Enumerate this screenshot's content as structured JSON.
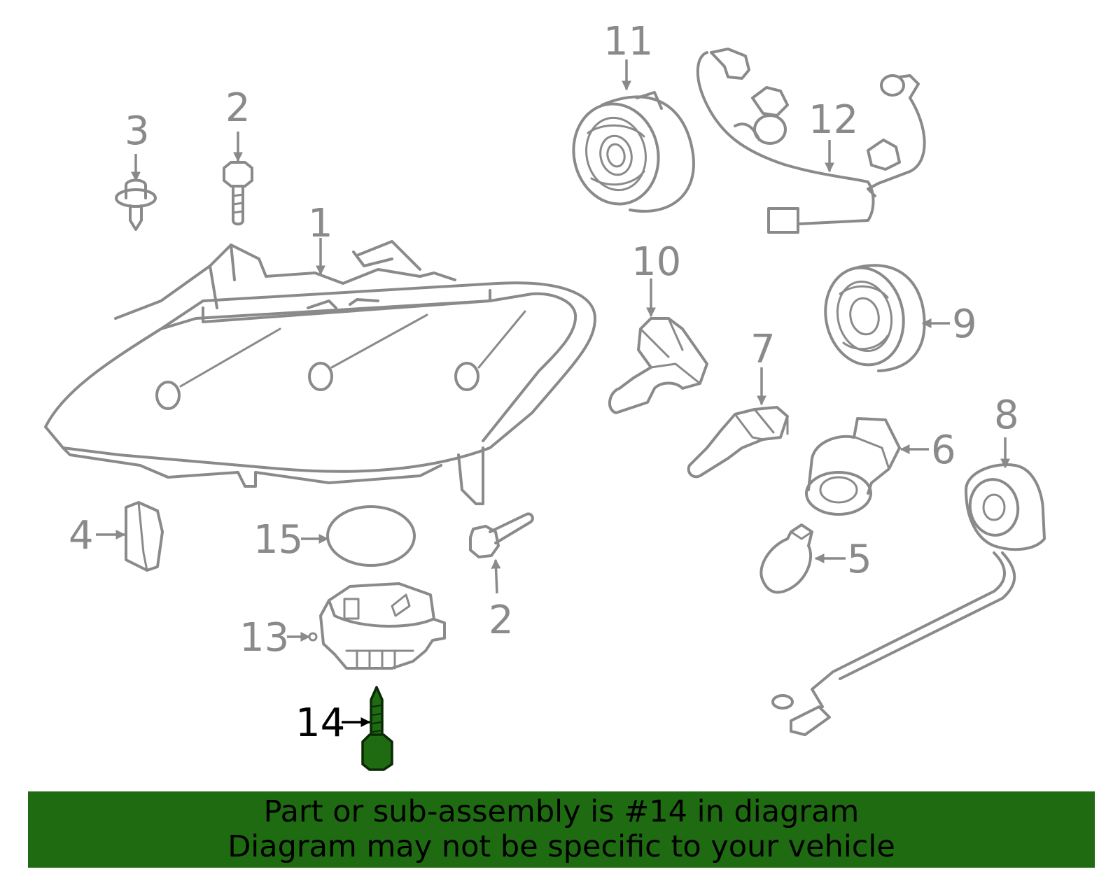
{
  "callouts": {
    "c1": "1",
    "c2a": "2",
    "c2b": "2",
    "c3": "3",
    "c4": "4",
    "c5": "5",
    "c6": "6",
    "c7": "7",
    "c8": "8",
    "c9": "9",
    "c10": "10",
    "c11": "11",
    "c12": "12",
    "c13": "13",
    "c14": "14",
    "c15": "15"
  },
  "highlighted_part": "14",
  "banner": {
    "line1": "Part or sub-assembly is #14 in diagram",
    "line2": "Diagram may not be specific to your vehicle"
  },
  "colors": {
    "highlight": "#1e6b12",
    "line": "#8a8a8a"
  }
}
